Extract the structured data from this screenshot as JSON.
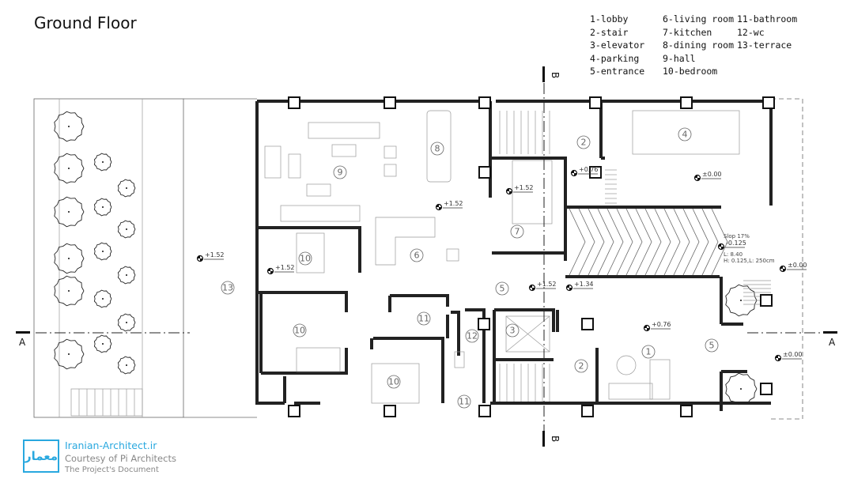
{
  "title": "Ground Floor",
  "legend": [
    "1-lobby",
    "2-stair",
    "3-elevator",
    "4-parking",
    "5-entrance",
    "6-living room",
    "7-kitchen",
    "8-dining room",
    "9-hall",
    "10-bedroom",
    "11-bathroom",
    "12-wc",
    "13-terrace"
  ],
  "rooms": [
    "1",
    "2",
    "2",
    "3",
    "4",
    "5",
    "5",
    "6",
    "7",
    "8",
    "9",
    "10",
    "10",
    "10",
    "11",
    "11",
    "12",
    "13"
  ],
  "levels": [
    "+1.52",
    "+1.52",
    "+1.52",
    "+1.52",
    "+0.76",
    "±0.00",
    "+1.52",
    "+1.34",
    "+0.76",
    "-0.125",
    "±0.00",
    "±0.00"
  ],
  "annotations": {
    "slope": "Slop 17%",
    "length": "L: 8.40",
    "height": "H: 0.125,L: 250cm"
  },
  "sections": {
    "a": "A",
    "b": "B"
  },
  "logo": {
    "mark": "معمار",
    "site": "Iranian-Architect.ir",
    "courtesy": "Courtesy of Pi Architects",
    "doc": "The Project's Document",
    "color": "#29a8df"
  }
}
